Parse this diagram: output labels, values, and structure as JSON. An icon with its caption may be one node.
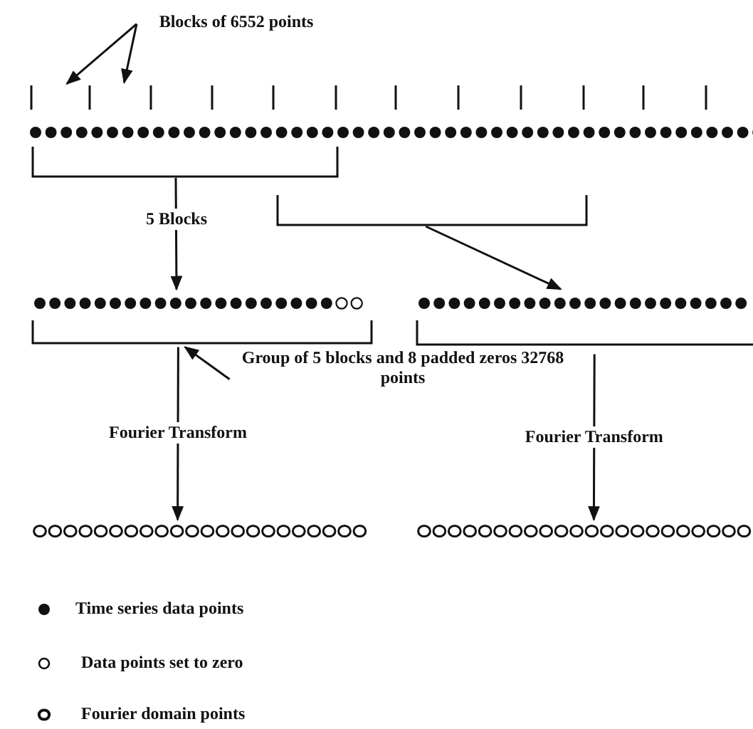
{
  "diagram": {
    "nodes": [
      {
        "text": [
          "Blocks of 6552 points"
        ]
      },
      {
        "text": [],
        "shape": "picture"
      },
      {
        "text": [],
        "shape": "bracket"
      },
      {
        "text": [],
        "shape": "bracket"
      },
      {
        "text": [],
        "shape": "picture"
      },
      {
        "text": [],
        "shape": "picture"
      },
      {
        "text": [
          "Group of 5 blocks and 8 padded zeros 32768 points"
        ]
      },
      {
        "text": [],
        "shape": "picture"
      },
      {
        "text": [],
        "shape": "picture"
      }
    ],
    "edges": [
      {
        "from": 0,
        "to": 1,
        "arrow": "to"
      },
      {
        "from": 0,
        "to": 1,
        "arrow": "to"
      },
      {
        "from": 2,
        "to": 4,
        "arrow": "to",
        "label": "5 Blocks"
      },
      {
        "from": 3,
        "to": 5,
        "arrow": "to"
      },
      {
        "from": 6,
        "to": 4,
        "arrow": "to"
      },
      {
        "from": 4,
        "to": 7,
        "arrow": "to",
        "label": "Fourier Transform"
      },
      {
        "from": 5,
        "to": 8,
        "arrow": "to",
        "label": "Fourier Transform"
      }
    ],
    "legend": [
      {
        "text": "Time series data points"
      },
      {
        "text": "Data points set to zero"
      },
      {
        "text": "Fourier domain points"
      }
    ]
  }
}
